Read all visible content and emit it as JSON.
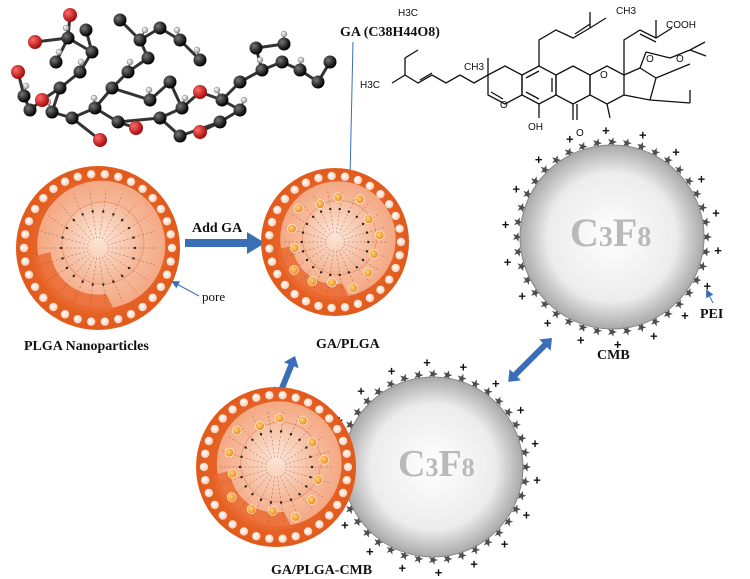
{
  "labels": {
    "ga_formula": "GA (C38H44O8)",
    "plga_nanoparticles": "PLGA Nanoparticles",
    "add_ga": "Add GA",
    "pore": "pore",
    "ga_plga": "GA/PLGA",
    "cmb": "CMB",
    "pei": "PEI",
    "ga_plga_cmb": "GA/PLGA-CMB"
  },
  "gas": {
    "c": "C",
    "c_sub": "3",
    "f": "F",
    "f_sub": "8"
  },
  "chem": {
    "cooh": "COOH",
    "oh": "OH",
    "o": "O",
    "h3c": "H3C",
    "ch3": "CH3"
  },
  "charge_symbol": "+",
  "colors": {
    "plga_shell": "#e8642a",
    "plga_inner": "#f6b395",
    "ga_dot": "#f39a2e",
    "arrow": "#3a6fb7",
    "bubble": "#dcdcdc",
    "atom_c": "#111111",
    "atom_o": "#c51a1a"
  }
}
